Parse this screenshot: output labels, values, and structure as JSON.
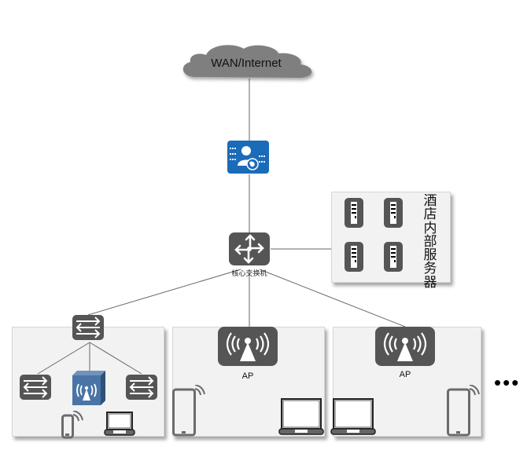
{
  "diagram": {
    "internet": {
      "label": "WAN/Internet",
      "icon": "cloud-icon"
    },
    "gateway": {
      "icon": "user-gateway-icon",
      "color": "#1a6bb8"
    },
    "core_switch": {
      "label": "核心交换机",
      "icon": "core-switch-icon"
    },
    "servers": {
      "label": "酒店内部服务器",
      "count": 4,
      "icon": "server-icon"
    },
    "branches": [
      {
        "type": "switch-group",
        "switch_icon": "switch-icon",
        "children": [
          "switch",
          "wireless-ap",
          "switch"
        ],
        "devices": [
          "phone",
          "laptop"
        ]
      },
      {
        "type": "ap",
        "label": "AP",
        "devices": [
          "tablet",
          "laptop"
        ]
      },
      {
        "type": "ap",
        "label": "AP",
        "devices": [
          "laptop",
          "tablet"
        ]
      }
    ],
    "more": "•••",
    "colors": {
      "tile": "#555555",
      "panel": "#f2f2f2",
      "cloud": "#7f7f7f",
      "line": "#666666",
      "wireless_ap": "#3d6796"
    }
  }
}
